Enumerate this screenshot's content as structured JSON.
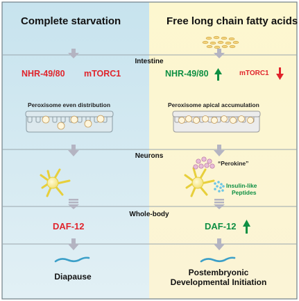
{
  "left": {
    "title": "Complete starvation",
    "nhr": "NHR-49/80",
    "mtorc": "mTORC1",
    "peroxisome": "Peroxisome even distribution",
    "daf": "DAF-12",
    "outcome": "Diapause"
  },
  "right": {
    "title": "Free long chain fatty acids",
    "nhr": "NHR-49/80",
    "mtorc": "mTORC1",
    "peroxisome": "Peroxisome apical accumulation",
    "perokine": "“Perokine”",
    "insulin_line1": "Insulin-like",
    "insulin_line2": "Peptides",
    "daf": "DAF-12",
    "outcome_line1": "Postembryonic",
    "outcome_line2": "Developmental Initiation"
  },
  "sections": {
    "intestine": "Intestine",
    "neurons": "Neurons",
    "whole_body": "Whole-body"
  },
  "colors": {
    "left_bg": "#cfe6ef",
    "right_bg": "#fbf5cc",
    "red": "#e0242c",
    "green": "#0e8f43",
    "arrow": "#b4b4c2"
  }
}
